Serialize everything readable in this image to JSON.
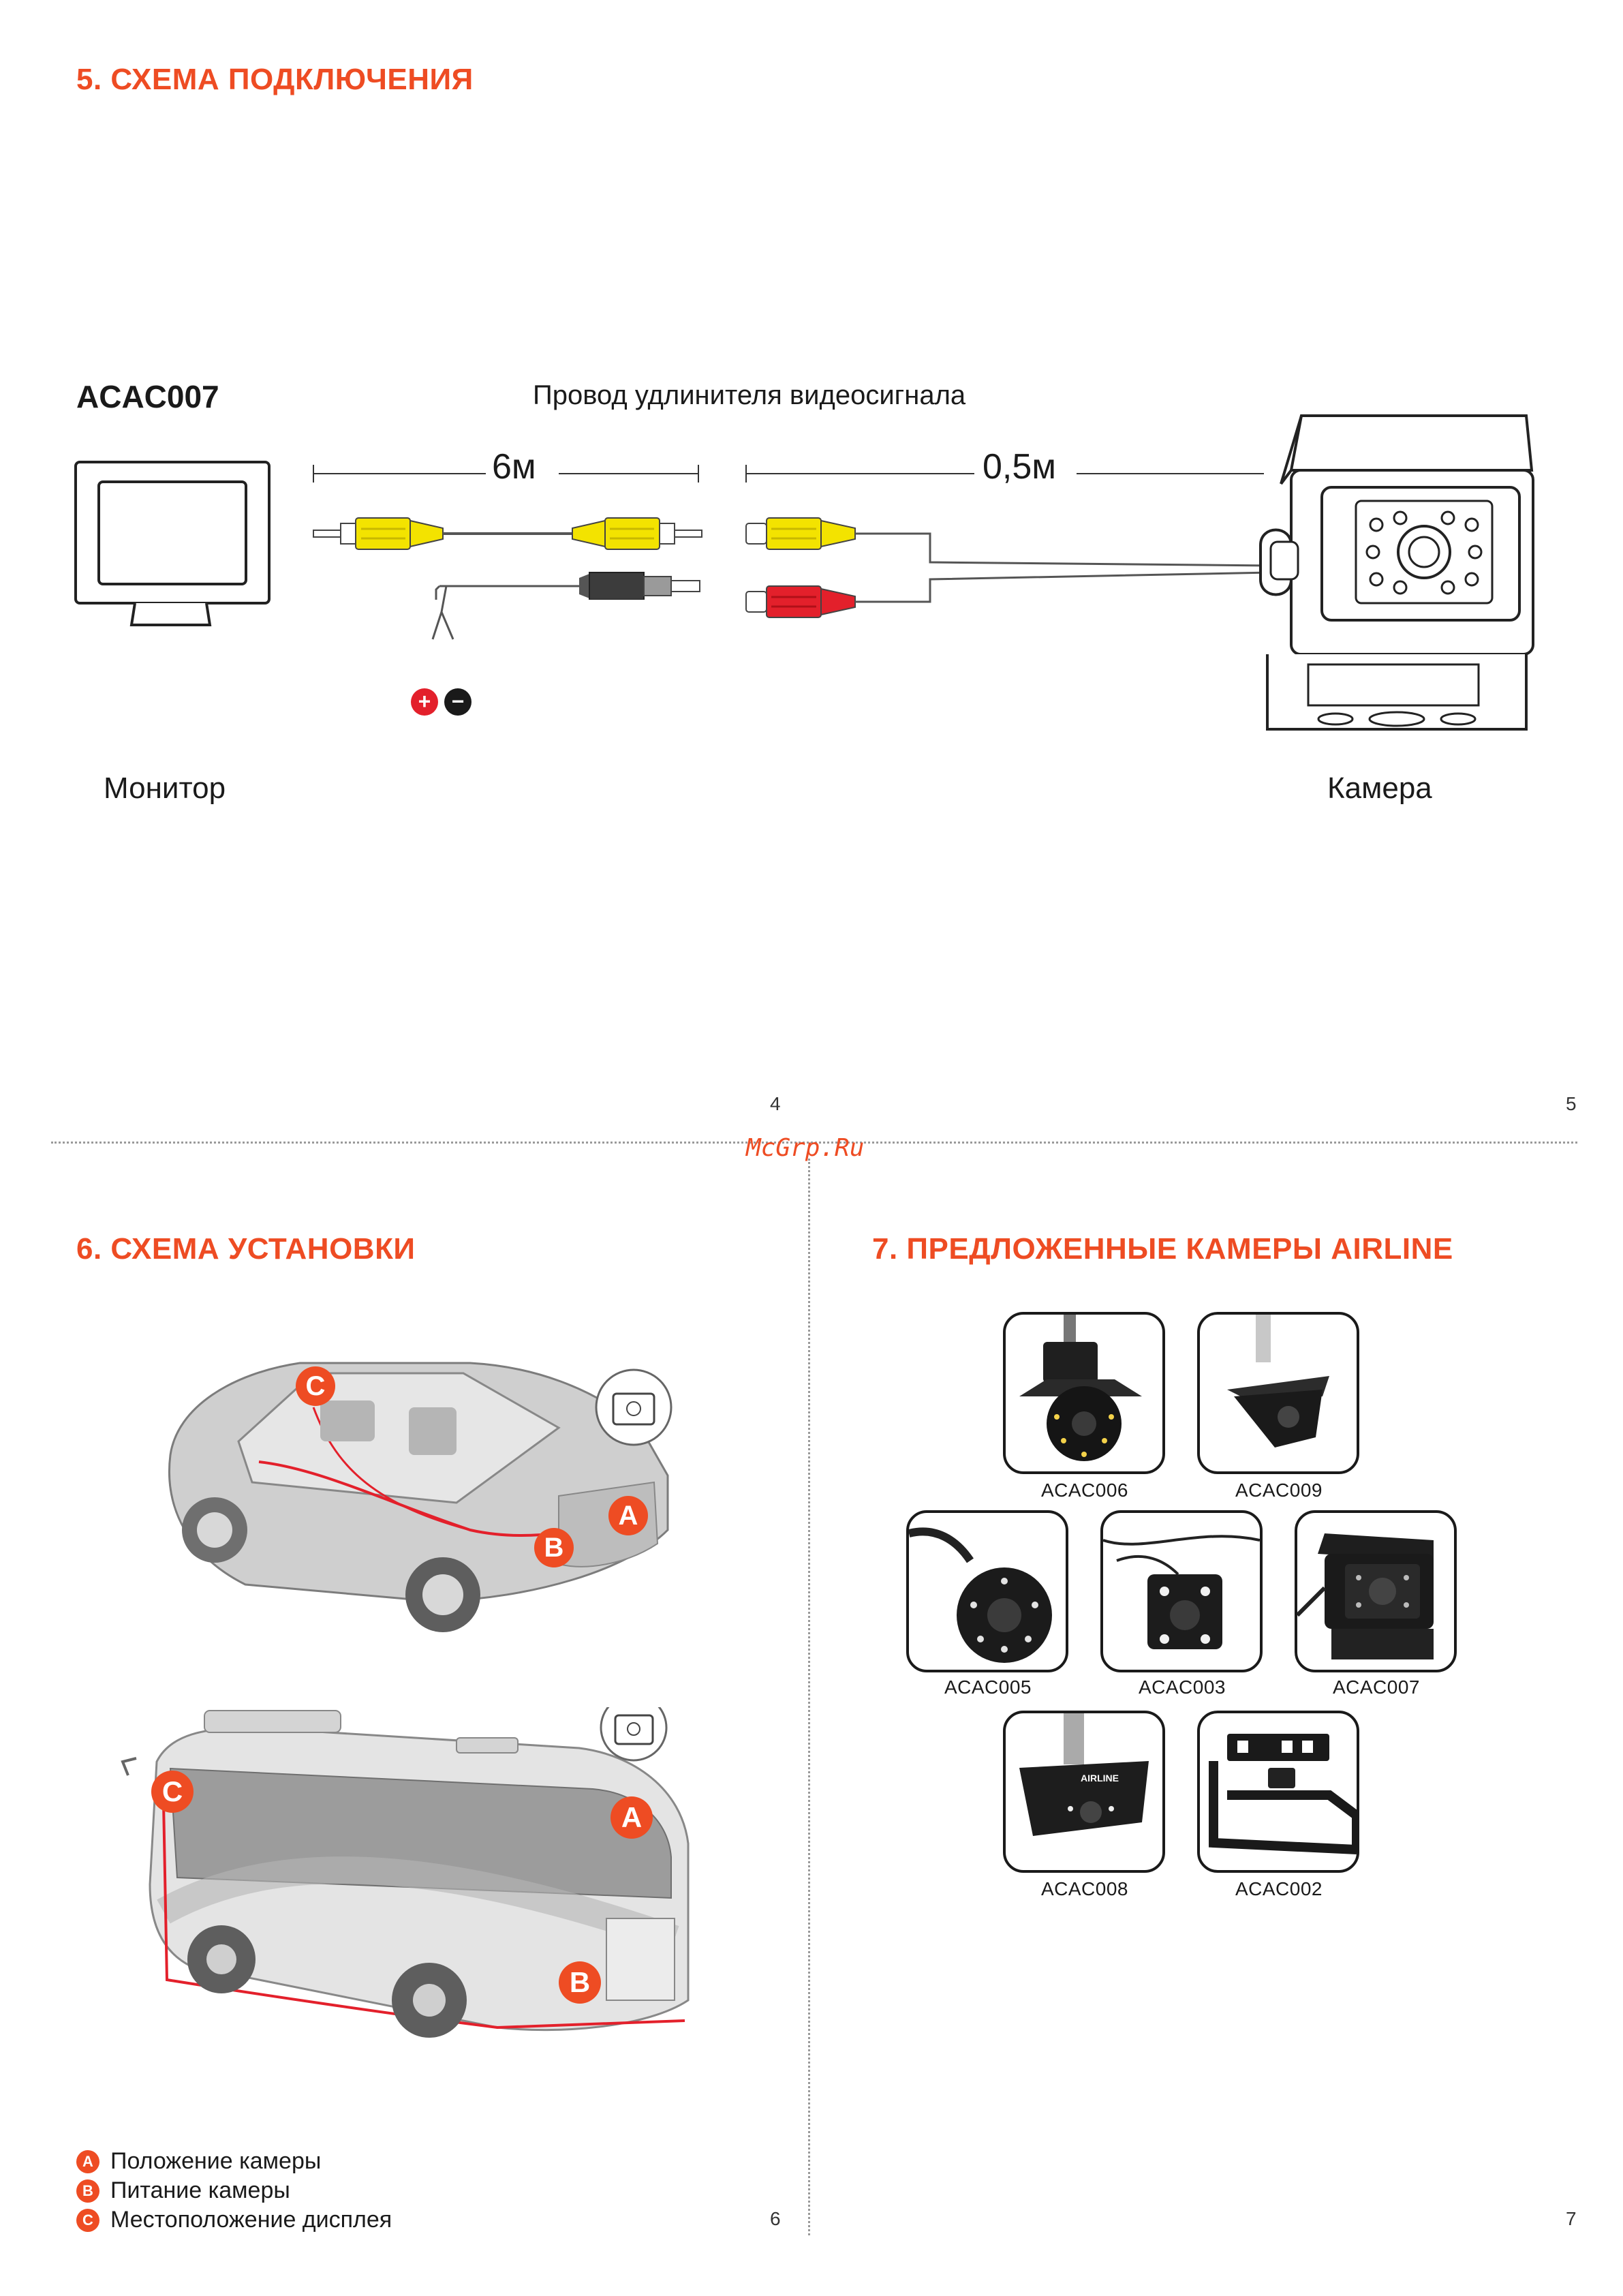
{
  "section5": {
    "title": "5. СХЕМА ПОДКЛЮЧЕНИЯ",
    "model": "ACAC007",
    "cable_label": "Провод удлинителя видеосигнала",
    "length_1": "6м",
    "length_2": "0,5м",
    "monitor_label": "Монитор",
    "camera_label": "Камера",
    "plus": "+",
    "minus": "−"
  },
  "page_numbers": {
    "p4": "4",
    "p5": "5",
    "p6": "6",
    "p7": "7"
  },
  "watermark": "McGrp.Ru",
  "section6": {
    "title": "6. СХЕМА УСТАНОВКИ",
    "markers": {
      "a": "A",
      "b": "B",
      "c": "C"
    },
    "legend": [
      {
        "badge": "A",
        "text": "Положение камеры"
      },
      {
        "badge": "B",
        "text": "Питание камеры"
      },
      {
        "badge": "C",
        "text": "Местоположение дисплея"
      }
    ]
  },
  "section7": {
    "title": "7. ПРЕДЛОЖЕННЫЕ КАМЕРЫ AIRLINE",
    "cameras": [
      "ACAC006",
      "ACAC009",
      "ACAC005",
      "ACAC003",
      "ACAC007",
      "ACAC008",
      "ACAC002"
    ],
    "brand": "AIRLINE"
  },
  "colors": {
    "accent": "#ee4c23",
    "rca_yellow": "#f3e300",
    "rca_red": "#e3202b"
  }
}
